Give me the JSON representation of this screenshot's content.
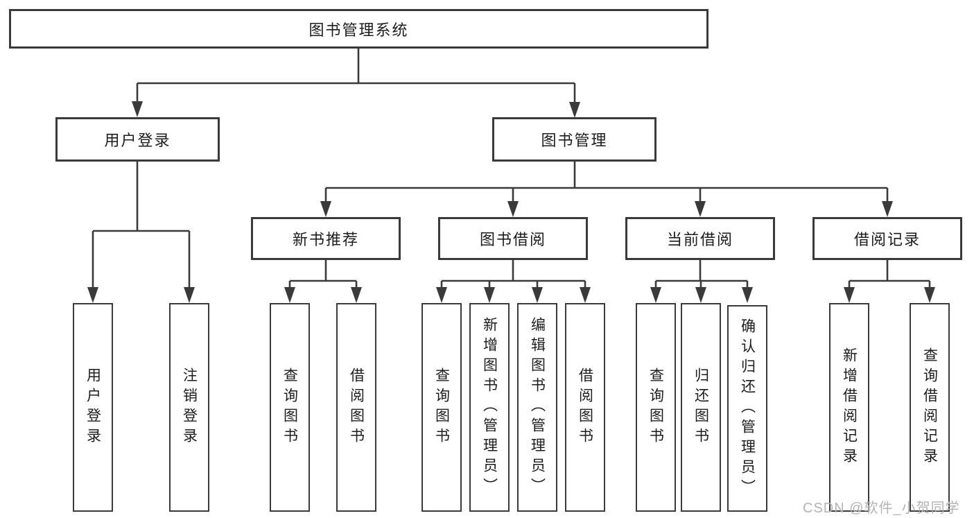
{
  "colors": {
    "line": "#3a3a3a",
    "box_border": "#3a3a3a",
    "text": "#1c1c1c",
    "watermark": "#b3b3b6",
    "background": "#ffffff"
  },
  "watermark": {
    "text": "CSDN @软件_小贺同学"
  },
  "diagram": {
    "root": "图书管理系统",
    "branches": {
      "user": {
        "label": "用户登录",
        "children": [
          "用户登录",
          "注销登录"
        ]
      },
      "book": {
        "label": "图书管理",
        "sections": [
          {
            "label": "新书推荐",
            "children": [
              "查询图书",
              "借阅图书"
            ]
          },
          {
            "label": "图书借阅",
            "children": [
              "查询图书",
              "新增图书（管理员）",
              "编辑图书（管理员）",
              "借阅图书"
            ]
          },
          {
            "label": "当前借阅",
            "children": [
              "查询图书",
              "归还图书",
              "确认归还（管理员）"
            ]
          },
          {
            "label": "借阅记录",
            "children": [
              "新增借阅记录",
              "查询借阅记录"
            ]
          }
        ]
      }
    }
  }
}
